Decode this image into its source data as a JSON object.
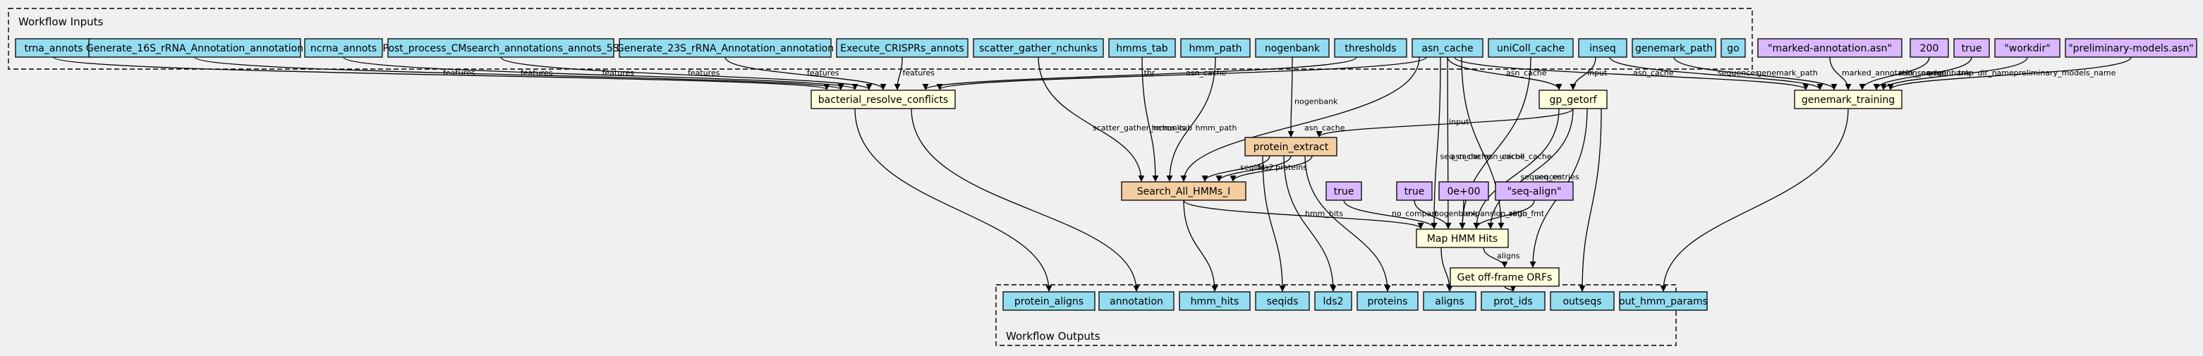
{
  "colors": {
    "background": "#f0f0f0",
    "io_node": "#94ddf0",
    "literal_node": "#d9b8ff",
    "step_node": "#ffffdd",
    "subworkflow_node": "#f3cea1",
    "stroke": "#000000"
  },
  "clusters": {
    "inputs": "Workflow Inputs",
    "outputs": "Workflow Outputs"
  },
  "nodes": {
    "trna_annots": "trna_annots",
    "gen16s": "Generate_16S_rRNA_Annotation_annotation",
    "ncrna_annots": "ncrna_annots",
    "post_cms": "Post_process_CMsearch_annotations_annots_5S",
    "gen23s": "Generate_23S_rRNA_Annotation_annotation",
    "crispr": "Execute_CRISPRs_annots",
    "sg_nchunks": "scatter_gather_nchunks",
    "hmms_tab": "hmms_tab",
    "hmm_path": "hmm_path",
    "nogenbank": "nogenbank",
    "thresholds": "thresholds",
    "asn_cache": "asn_cache",
    "unicoll_cache": "uniColl_cache",
    "inseq": "inseq",
    "genemark_path": "genemark_path",
    "go": "go",
    "lit_marked": "\"marked-annotation.asn\"",
    "lit_200": "200",
    "lit_true1": "true",
    "lit_workdir": "\"workdir\"",
    "lit_prelim": "\"preliminary-models.asn\"",
    "brc": "bacterial_resolve_conflicts",
    "gp_getorf": "gp_getorf",
    "genemark_training": "genemark_training",
    "protein_extract": "protein_extract",
    "search_hmms": "Search_All_HMMs_I",
    "lit_true2": "true",
    "lit_true3": "true",
    "lit_zero": "0e+00",
    "lit_seqalign": "\"seq-align\"",
    "map_hmm": "Map HMM Hits",
    "offframe": "Get off-frame ORFs",
    "out_protein_aligns": "protein_aligns",
    "out_annotation": "annotation",
    "out_hmm_hits": "hmm_hits",
    "out_seqids": "seqids",
    "out_lds2": "lds2",
    "out_proteins": "proteins",
    "out_aligns": "aligns",
    "out_prot_ids": "prot_ids",
    "out_outseqs": "outseqs",
    "out_out_hmm_params": "out_hmm_params"
  },
  "edge_labels": {
    "features": "features",
    "thr": "thr",
    "asn_cache": "asn_cache",
    "input": "input",
    "sequences": "sequences",
    "genemark_path": "genemark_path",
    "marked_annotation_name": "marked_annotation_name",
    "min_seq_len": "min_seq_len",
    "nogenbank": "nogenbank",
    "tmp_dir_name": "tmp_dir_name",
    "preliminary_models_name": "preliminary_models_name",
    "scatter_gather_nchunks": "scatter_gather_nchunks",
    "hmms_tab": "hmms_tab",
    "hmm_path": "hmm_path",
    "seqids": "seqids",
    "lds2": "lds2",
    "proteins": "proteins",
    "seq_cache": "seq_cache",
    "unicoll_cache": "unicoll_cache",
    "seq_entries": "seq_entries",
    "hmm_hits": "hmm_hits",
    "no_compart": "no_compart",
    "expansion_ratio": "expansion_ratio",
    "align_fmt": "align_fmt",
    "aligns": "aligns"
  }
}
